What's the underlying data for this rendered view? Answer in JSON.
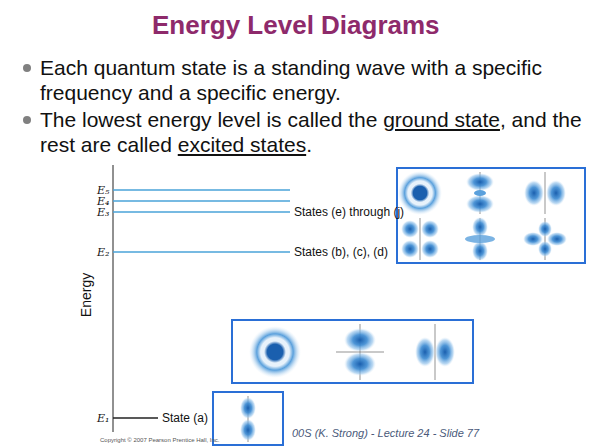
{
  "diagram": {
    "title": "Energy Level Diagrams",
    "labels": [
      "Each quantum state is a standing wave with a specific frequency and a specific energy.",
      "The lowest energy level is called the",
      "ground state",
      ", and the rest are called",
      "excited states",
      ".",
      "E₅",
      "E₄",
      "E₃",
      "E₂",
      "E₁",
      "Energy",
      "States (e) through (j)",
      "States (b), (c), (d)",
      "State (a)",
      "00S (K. Strong) - Lecture 24 - Slide 77",
      "Copyright © 2007 Pearson Prentice Hall, Inc."
    ]
  }
}
